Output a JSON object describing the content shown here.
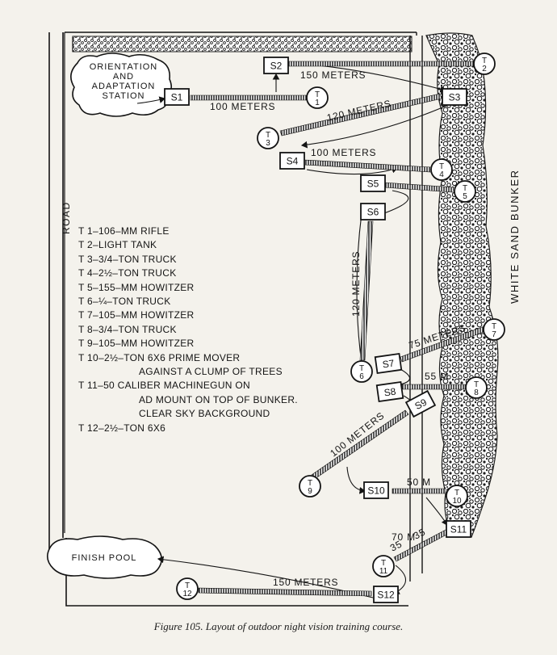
{
  "diagram": {
    "orientation_station": [
      "ORIENTATION",
      "AND",
      "ADAPTATION",
      "STATION"
    ],
    "finish_pool": "FINISH POOL",
    "road_label": "ROAD",
    "bunker_label": "WHITE SAND BUNKER",
    "stations": [
      "S1",
      "S2",
      "S3",
      "S4",
      "S5",
      "S6",
      "S7",
      "S8",
      "S9",
      "S10",
      "S11",
      "S12"
    ],
    "targets": [
      "1",
      "2",
      "3",
      "4",
      "5",
      "6",
      "7",
      "8",
      "9",
      "10",
      "11",
      "12"
    ],
    "distance_labels": {
      "s1_t1": "100 METERS",
      "s2_t2": "150 METERS",
      "s3_t3": "120 METERS",
      "s4_t4": "100 METERS",
      "s6_s7": "120 METERS",
      "s7_t7": "75 METERS",
      "s8_t8": "55 M",
      "s9_t9": "100 METERS",
      "s10_t10": "50 M",
      "s11_t11_a": "70 M",
      "s11_t11_b": "35",
      "s11_t11_c": "35",
      "s12_t12": "150 METERS"
    }
  },
  "legend": [
    "T 1–106–MM RIFLE",
    "T 2–LIGHT TANK",
    "T 3–3/4–TON TRUCK",
    "T 4–2½–TON TRUCK",
    "T 5–155–MM HOWITZER",
    "T 6–¼–TON TRUCK",
    "T 7–105–MM HOWITZER",
    "T 8–3/4–TON TRUCK",
    "T 9–105–MM HOWITZER",
    "T 10–2½–TON 6X6 PRIME MOVER",
    "AGAINST A CLUMP OF TREES",
    "T 11–50 CALIBER MACHINEGUN ON",
    "AD MOUNT ON TOP OF BUNKER.",
    "CLEAR SKY BACKGROUND",
    "T 12–2½–TON 6X6"
  ],
  "caption": "Figure 105. Layout of outdoor night vision training course.",
  "colors": {
    "ink": "#141414",
    "paper": "#f4f2ec"
  }
}
